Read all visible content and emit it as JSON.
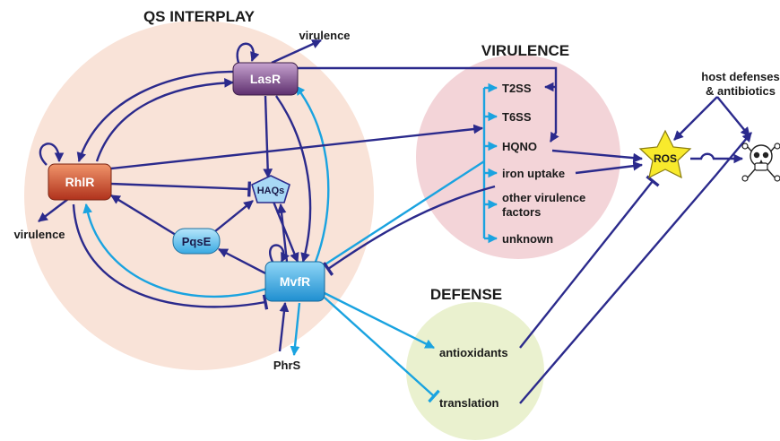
{
  "sections": {
    "qs": "QS INTERPLAY",
    "virulence": "VIRULENCE",
    "defense": "DEFENSE"
  },
  "nodes": {
    "lasr": "LasR",
    "rhlr": "RhlR",
    "mvfr": "MvfR",
    "pqse": "PqsE",
    "haqs": "HAQs",
    "ros": "ROS",
    "phrs": "PhrS"
  },
  "labels": {
    "virulence_top": "virulence",
    "virulence_left": "virulence",
    "host_line1": "host defenses",
    "host_line2": "& antibiotics"
  },
  "virulence_items": [
    "T2SS",
    "T6SS",
    "HQNO",
    "iron uptake",
    "other virulence",
    "factors",
    "unknown"
  ],
  "defense_items": [
    "antioxidants",
    "translation"
  ],
  "colors": {
    "dark_arrow": "#2b2a8c",
    "light_arrow": "#1aa3e0",
    "qs_bg": "#f9e3d8",
    "virulence_bg": "#f3d4d8",
    "defense_bg": "#eaf1cf"
  },
  "icons": {
    "death": "skull-crossbones-icon"
  }
}
